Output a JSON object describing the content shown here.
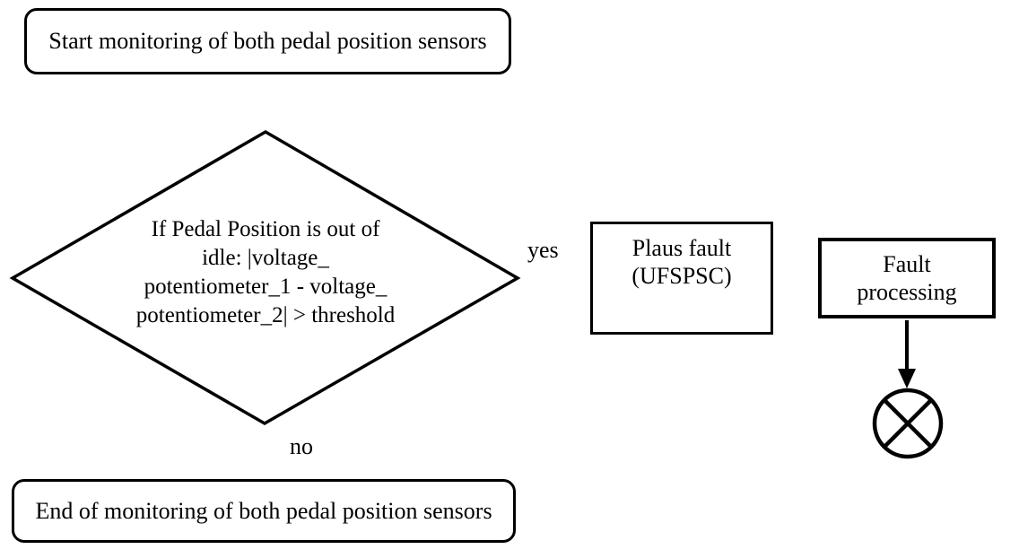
{
  "flowchart": {
    "nodes": {
      "start": "Start monitoring of both pedal position sensors",
      "decision": "If Pedal Position is out of\nidle: |voltage_\npotentiometer_1 - voltage_\npotentiometer_2| > threshold",
      "plaus_fault": "Plaus fault\n(UFSPSC)",
      "fault_processing": "Fault\nprocessing",
      "end": "End of monitoring of both pedal position sensors"
    },
    "edge_labels": {
      "yes": "yes",
      "no": "no"
    },
    "colors": {
      "line": "#000000",
      "background": "#ffffff"
    }
  }
}
